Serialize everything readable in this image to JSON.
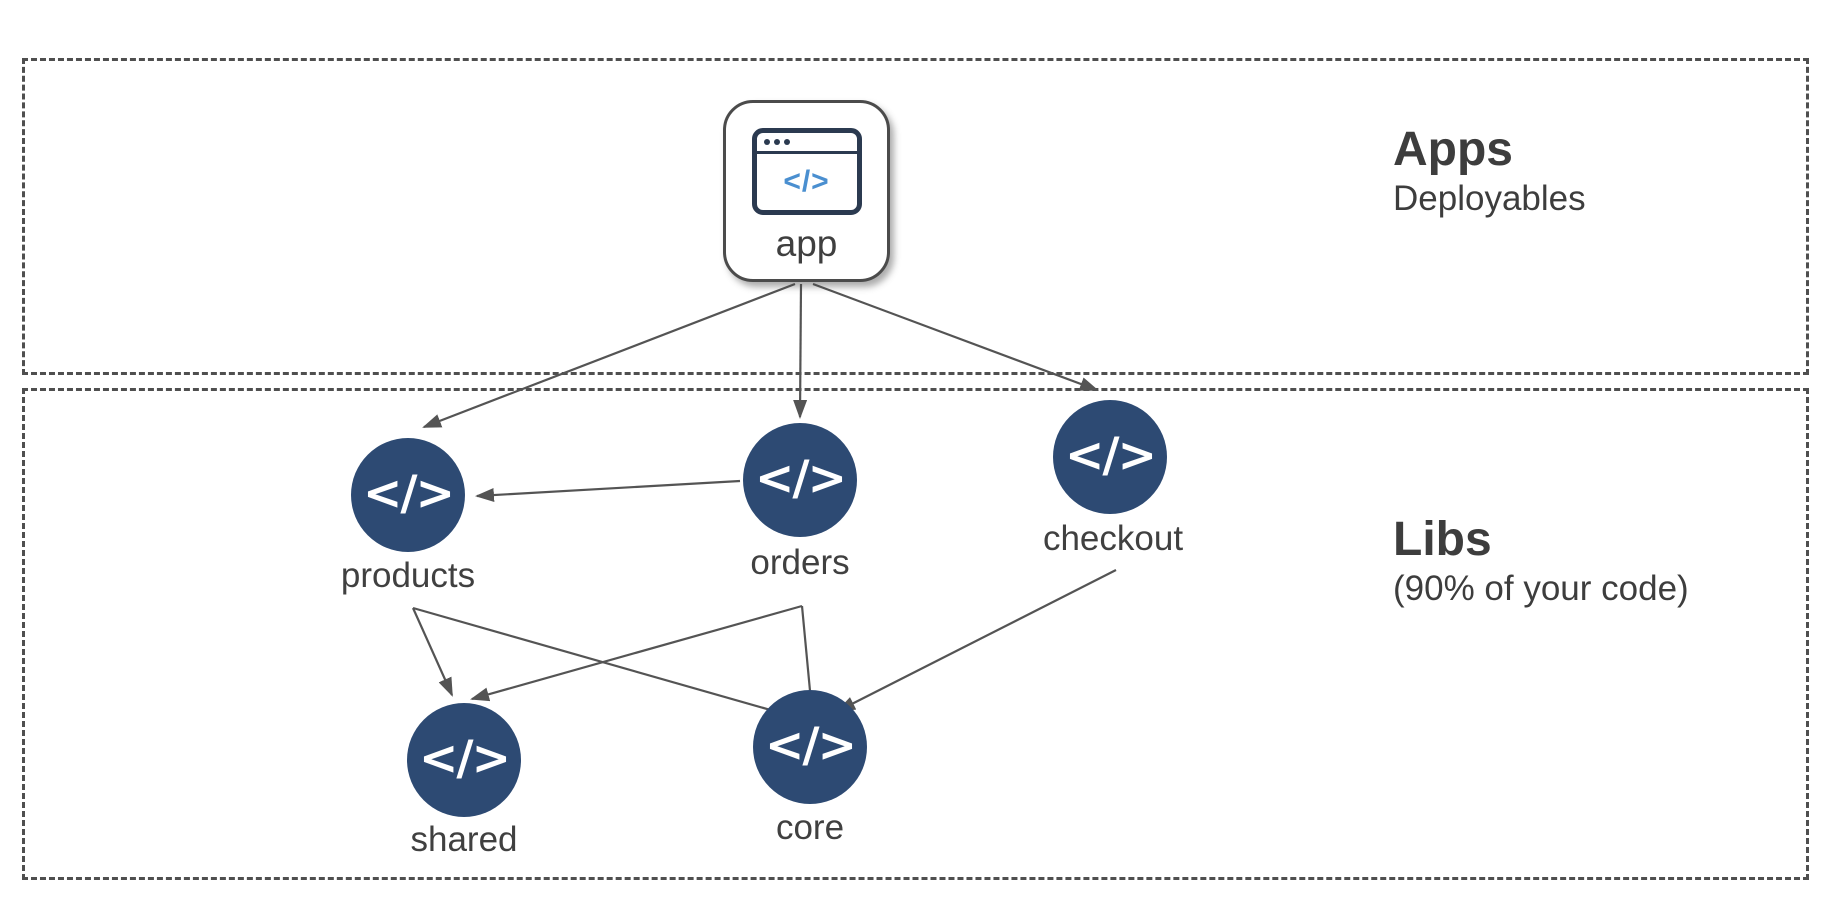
{
  "diagram": {
    "sections": {
      "apps": {
        "title": "Apps",
        "subtitle": "Deployables"
      },
      "libs": {
        "title": "Libs",
        "subtitle": "(90% of your code)"
      }
    },
    "nodes": {
      "app": {
        "label": "app",
        "type": "application",
        "icon": "browser-code-icon"
      },
      "products": {
        "label": "products",
        "type": "library",
        "icon": "code-icon"
      },
      "orders": {
        "label": "orders",
        "type": "library",
        "icon": "code-icon"
      },
      "checkout": {
        "label": "checkout",
        "type": "library",
        "icon": "code-icon"
      },
      "shared": {
        "label": "shared",
        "type": "library",
        "icon": "code-icon"
      },
      "core": {
        "label": "core",
        "type": "library",
        "icon": "code-icon"
      }
    },
    "edges": [
      {
        "from": "app",
        "to": "products"
      },
      {
        "from": "app",
        "to": "orders"
      },
      {
        "from": "app",
        "to": "checkout"
      },
      {
        "from": "orders",
        "to": "products"
      },
      {
        "from": "products",
        "to": "shared"
      },
      {
        "from": "products",
        "to": "core"
      },
      {
        "from": "orders",
        "to": "shared"
      },
      {
        "from": "orders",
        "to": "core"
      },
      {
        "from": "checkout",
        "to": "core"
      }
    ],
    "code_glyph": "</>",
    "colors": {
      "node_fill": "#2d4a73",
      "arrow": "#545454",
      "text": "#3d3d3d",
      "icon_blue": "#4a8fd0",
      "icon_navy": "#2b3a50"
    }
  }
}
